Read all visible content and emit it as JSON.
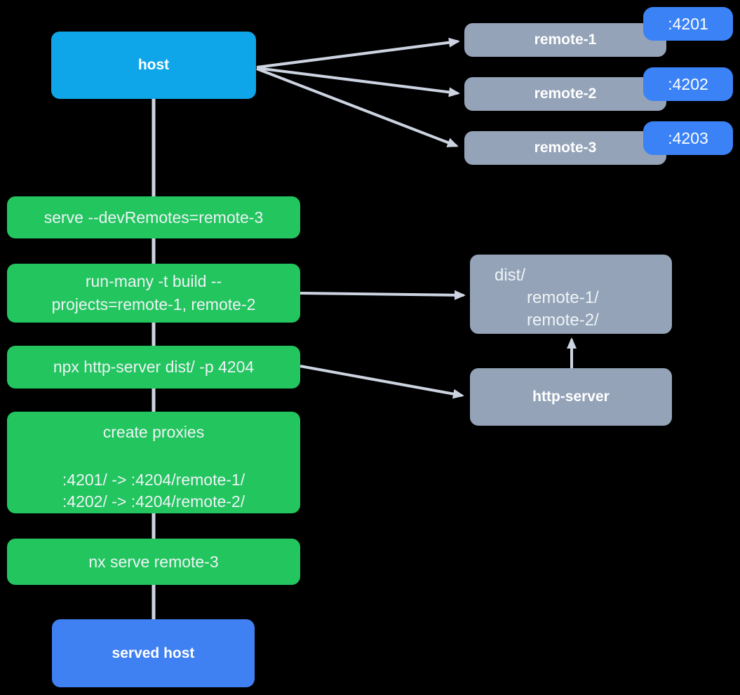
{
  "colors": {
    "background": "#000000",
    "host": "#0FA6E9",
    "step": "#22C55E",
    "remote": "#94A3B8",
    "port": "#3B82F6",
    "served": "#3F80F2",
    "line": "#CDD4E1",
    "text_light": "#EEF3F6"
  },
  "host": {
    "label": "host"
  },
  "remotes": [
    {
      "label": "remote-1",
      "port": ":4201"
    },
    {
      "label": "remote-2",
      "port": ":4202"
    },
    {
      "label": "remote-3",
      "port": ":4203"
    }
  ],
  "steps": {
    "serve": {
      "label": "serve --devRemotes=remote-3"
    },
    "build": {
      "lines": [
        "run-many -t build --",
        "projects=remote-1, remote-2"
      ]
    },
    "http": {
      "label": "npx http-server dist/ -p 4204"
    },
    "proxies": {
      "title": "create proxies",
      "lines": [
        ":4201/ -> :4204/remote-1/",
        ":4202/ -> :4204/remote-2/"
      ]
    },
    "nx_serve": {
      "label": "nx serve remote-3"
    }
  },
  "dist": {
    "lines": [
      "dist/",
      "remote-1/",
      "remote-2/"
    ]
  },
  "http_server": {
    "label": "http-server"
  },
  "served_host": {
    "label": "served host"
  }
}
